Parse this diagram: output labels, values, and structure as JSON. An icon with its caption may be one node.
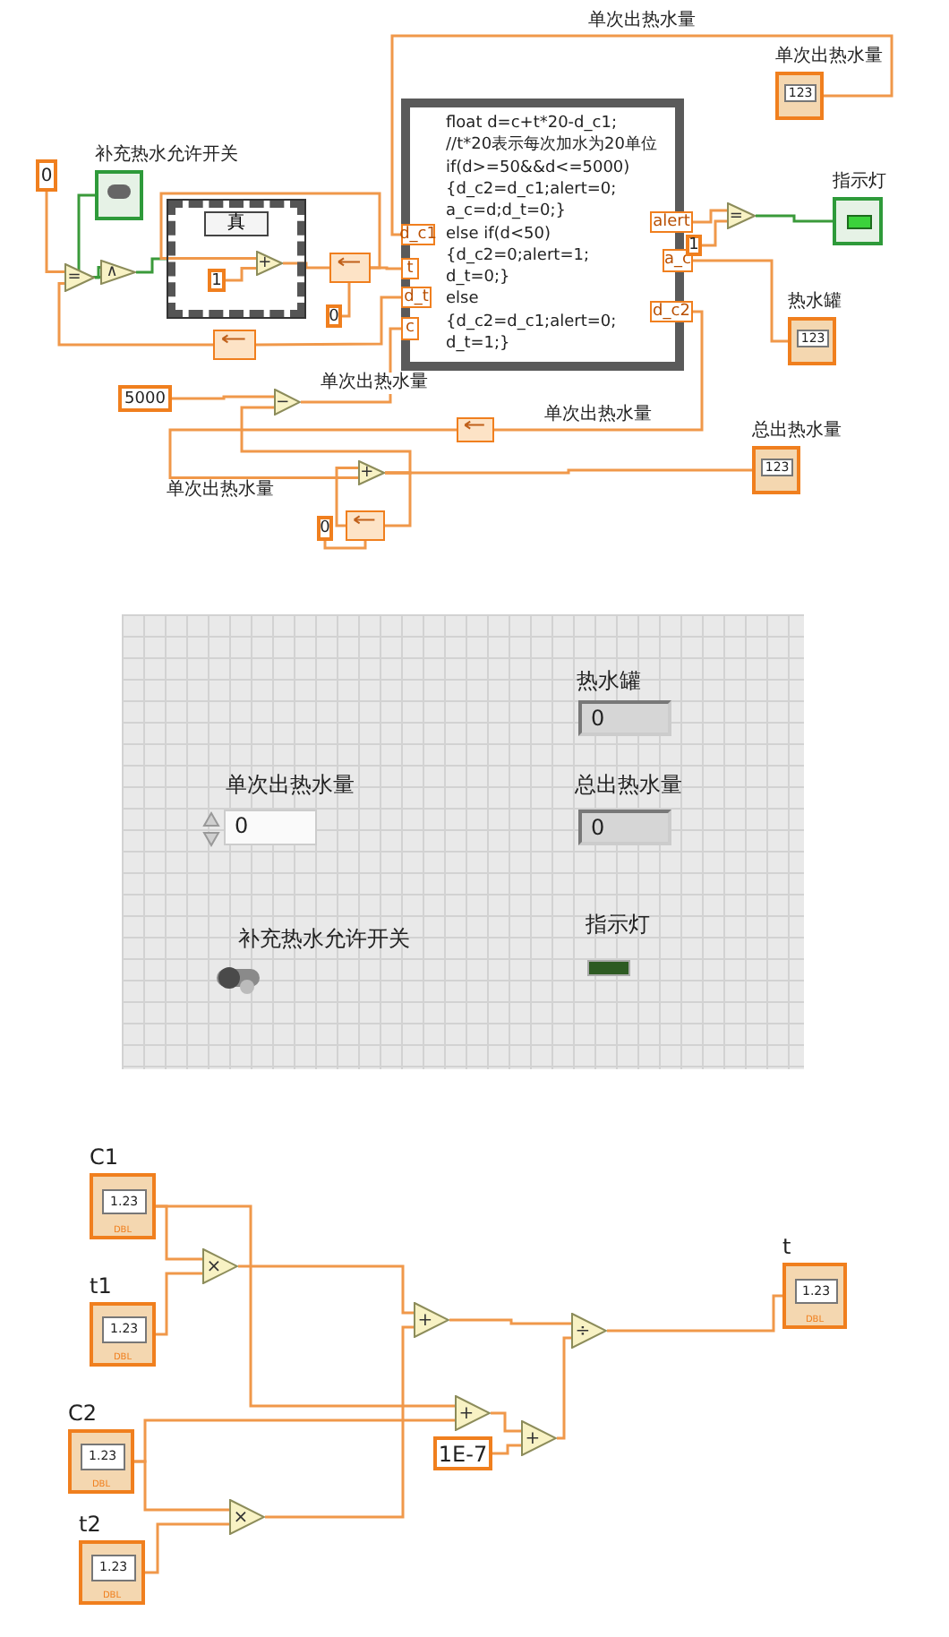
{
  "diagram": {
    "nodes": [
      {
        "text": [
          "0"
        ]
      },
      {
        "text": [
          "="
        ]
      },
      {
        "text": [
          "∧"
        ]
      },
      {
        "text": [
          "补充热水允许开关"
        ]
      },
      {
        "text": [
          "真"
        ]
      },
      {
        "text": [
          "1"
        ],
        "in": 4
      },
      {
        "text": [
          "+"
        ],
        "in": 4
      },
      {
        "text": [],
        "shape": "box"
      },
      {
        "text": [
          "0"
        ]
      },
      {
        "text": [],
        "shape": "box"
      },
      {
        "text": [
          "float d=c+t*20-d_c1;",
          "//t*20表示每次加水为20单位",
          "if(d>=50&&d<=5000)",
          "{d_c2=d_c1;alert=0;",
          "a_c=d;d_t=0;}",
          "else if(d<50)",
          "{d_c2=0;alert=1;",
          "d_t=0;}",
          "else",
          "{d_c2=d_c1;alert=0;",
          "d_t=1;}"
        ]
      },
      {
        "text": [
          "d_c1"
        ],
        "in": 10
      },
      {
        "text": [
          "t"
        ],
        "in": 10
      },
      {
        "text": [
          "d_t"
        ],
        "in": 10
      },
      {
        "text": [
          "c"
        ],
        "in": 10
      },
      {
        "text": [
          "alert"
        ],
        "in": 10
      },
      {
        "text": [
          "a_c"
        ],
        "in": 10
      },
      {
        "text": [
          "d_c2"
        ],
        "in": 10
      },
      {
        "text": [
          "1"
        ]
      },
      {
        "text": [
          "="
        ]
      },
      {
        "text": [
          "指示灯"
        ]
      },
      {
        "text": [
          "单次出热水量",
          "123"
        ]
      },
      {
        "text": [
          "热水罐",
          "123"
        ]
      },
      {
        "text": [
          "总出热水量",
          "123"
        ]
      },
      {
        "text": [
          "5000"
        ]
      },
      {
        "text": [
          "−"
        ]
      },
      {
        "text": [],
        "shape": "box"
      },
      {
        "text": [
          "+"
        ]
      },
      {
        "text": [],
        "shape": "box"
      },
      {
        "text": [
          "0"
        ]
      },
      {
        "text": [
          "C1",
          "1.23",
          "DBL"
        ]
      },
      {
        "text": [
          "t1",
          "1.23",
          "DBL"
        ]
      },
      {
        "text": [
          "C2",
          "1.23",
          "DBL"
        ]
      },
      {
        "text": [
          "t2",
          "1.23",
          "DBL"
        ]
      },
      {
        "text": [
          "×"
        ]
      },
      {
        "text": [
          "×"
        ]
      },
      {
        "text": [
          "+"
        ]
      },
      {
        "text": [
          "+"
        ]
      },
      {
        "text": [
          "+"
        ]
      },
      {
        "text": [
          "1E-7"
        ]
      },
      {
        "text": [
          "÷"
        ]
      },
      {
        "text": [
          "t",
          "1.23",
          "DBL"
        ]
      }
    ],
    "edges": [
      {
        "from": 0,
        "to": 1,
        "arrow": "none"
      },
      {
        "from": 13,
        "to": 9,
        "arrow": "none"
      },
      {
        "from": 9,
        "to": 1,
        "arrow": "none"
      },
      {
        "from": 1,
        "to": 2,
        "arrow": "none",
        "color": "#3a9a3a"
      },
      {
        "from": 3,
        "to": 2,
        "arrow": "none",
        "color": "#3a9a3a"
      },
      {
        "from": 2,
        "to": 4,
        "arrow": "none",
        "color": "#3a9a3a"
      },
      {
        "from": 7,
        "to": 6,
        "arrow": "none"
      },
      {
        "from": 5,
        "to": 6,
        "arrow": "none"
      },
      {
        "from": 6,
        "to": 7,
        "arrow": "none"
      },
      {
        "from": 8,
        "to": 7,
        "arrow": "none"
      },
      {
        "from": 7,
        "to": 12,
        "arrow": "none"
      },
      {
        "from": 21,
        "to": 11,
        "label": "单次出热水量",
        "arrow": "none"
      },
      {
        "from": 15,
        "to": 19,
        "arrow": "none"
      },
      {
        "from": 18,
        "to": 19,
        "arrow": "none"
      },
      {
        "from": 19,
        "to": 20,
        "arrow": "none",
        "color": "#3a9a3a"
      },
      {
        "from": 16,
        "to": 22,
        "arrow": "none"
      },
      {
        "from": 17,
        "to": 26,
        "label": "单次出热水量",
        "arrow": "none"
      },
      {
        "from": 26,
        "to": 27,
        "label": "单次出热水量",
        "arrow": "none"
      },
      {
        "from": 27,
        "to": 23,
        "arrow": "none"
      },
      {
        "from": 27,
        "to": 28,
        "arrow": "none"
      },
      {
        "from": 28,
        "to": 27,
        "arrow": "none"
      },
      {
        "from": 29,
        "to": 28,
        "arrow": "none"
      },
      {
        "from": 27,
        "to": 25,
        "arrow": "none"
      },
      {
        "from": 24,
        "to": 25,
        "arrow": "none"
      },
      {
        "from": 25,
        "to": 14,
        "label": "单次出热水量",
        "arrow": "none"
      },
      {
        "from": 30,
        "to": 34,
        "arrow": "none"
      },
      {
        "from": 31,
        "to": 34,
        "arrow": "none"
      },
      {
        "from": 30,
        "to": 37,
        "arrow": "none"
      },
      {
        "from": 32,
        "to": 37,
        "arrow": "none"
      },
      {
        "from": 32,
        "to": 35,
        "arrow": "none"
      },
      {
        "from": 33,
        "to": 35,
        "arrow": "none"
      },
      {
        "from": 34,
        "to": 36,
        "arrow": "none"
      },
      {
        "from": 35,
        "to": 36,
        "arrow": "none"
      },
      {
        "from": 37,
        "to": 38,
        "arrow": "none"
      },
      {
        "from": 39,
        "to": 38,
        "arrow": "none"
      },
      {
        "from": 36,
        "to": 40,
        "arrow": "none"
      },
      {
        "from": 38,
        "to": 40,
        "arrow": "none"
      },
      {
        "from": 40,
        "to": 41,
        "arrow": "none"
      }
    ],
    "labels": [
      "热水罐",
      "0",
      "单次出热水量",
      "总出热水量",
      "0",
      "0",
      "指示灯",
      "补充热水允许开关"
    ]
  }
}
